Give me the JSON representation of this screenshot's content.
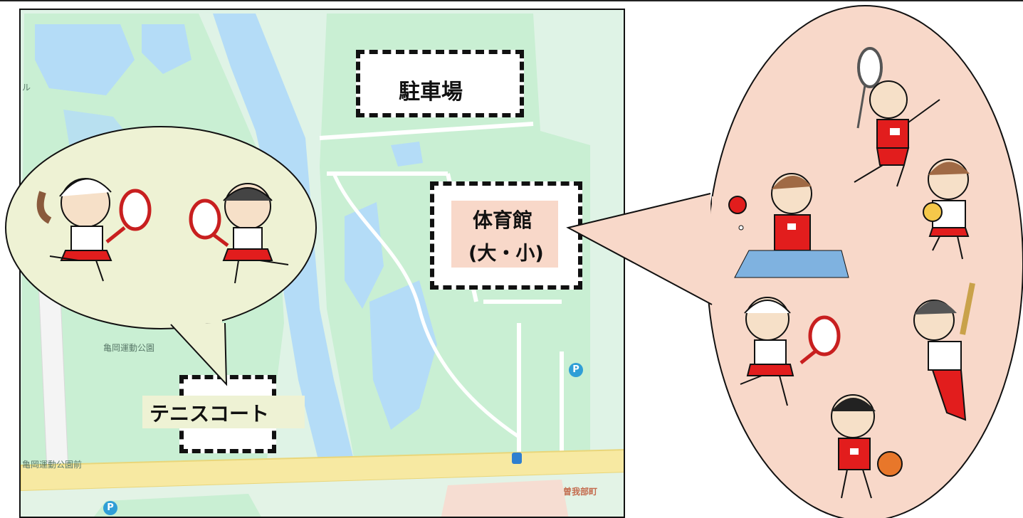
{
  "labels": {
    "parking": "駐車場",
    "gym_line1": "体育館",
    "gym_line2": "(大・小)",
    "tennis": "テニスコート"
  },
  "map_texts": {
    "park_name": "亀岡運動公園",
    "bus_stop": "亀岡運動公園前",
    "town": "曽我部町",
    "edge_left": "ル"
  },
  "icons": {
    "parking_marker": "P",
    "bus_marker": "bus-stop-icon"
  },
  "colors": {
    "map_green": "#c9efd3",
    "river_blue": "#b4dcf7",
    "road_yellow": "#f7e9a2",
    "tennis_bubble": "#eef2d4",
    "sports_bubble": "#f8d8c9",
    "gym_label_bg": "#f8d8c9",
    "tennis_label_bg": "#eef2d4"
  }
}
